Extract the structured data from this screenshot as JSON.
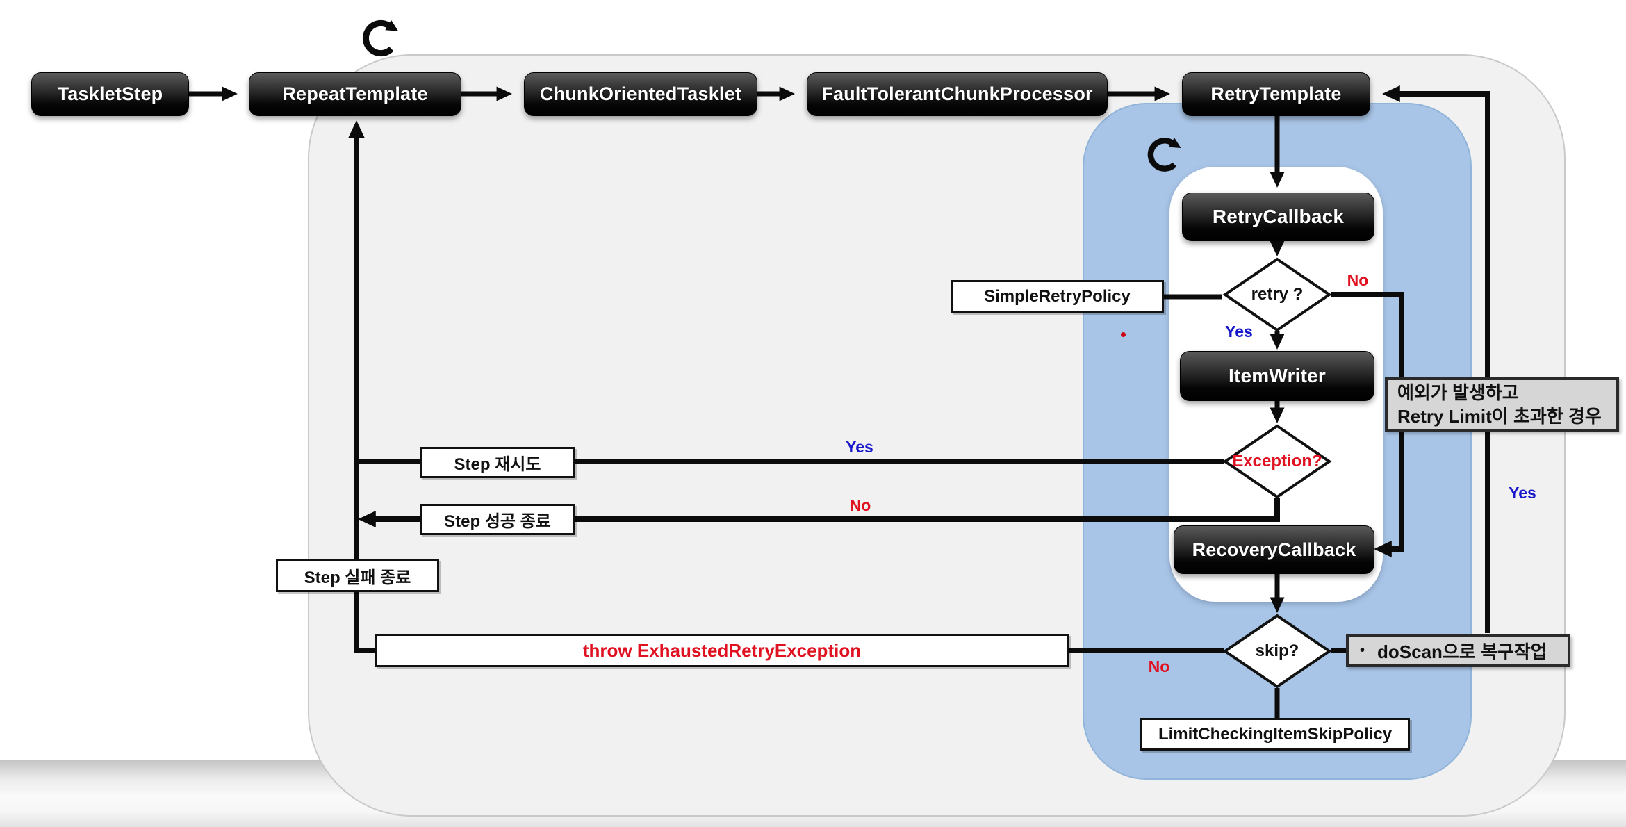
{
  "nodes": {
    "tasklet_step": "TaskletStep",
    "repeat_template": "RepeatTemplate",
    "chunk_oriented_tasklet": "ChunkOrientedTasklet",
    "fault_tolerant_chunk_processor": "FaultTolerantChunkProcessor",
    "retry_template": "RetryTemplate",
    "retry_callback": "RetryCallback",
    "item_writer": "ItemWriter",
    "recovery_callback": "RecoveryCallback"
  },
  "decisions": {
    "retry": "retry ?",
    "exception": "Exception?",
    "skip": "skip?"
  },
  "annotations": {
    "simple_retry_policy": "SimpleRetryPolicy",
    "step_retry": "Step 재시도",
    "step_success_end": "Step 성공 종료",
    "step_fail_end": "Step 실패 종료",
    "throw_exhausted": "throw ExhaustedRetryException",
    "limit_checking_item_skip_policy": "LimitCheckingItemSkipPolicy",
    "exception_note_line1": "예외가 발생하고",
    "exception_note_line2": "Retry Limit이 초과한 경우",
    "doscan_bullet": "•",
    "doscan_note": "doScan으로 복구작업"
  },
  "edge_labels": {
    "retry_yes": "Yes",
    "retry_no": "No",
    "exception_yes": "Yes",
    "exception_no": "No",
    "skip_yes": "Yes",
    "skip_no": "No"
  },
  "colors": {
    "yes_label": "#1717cc",
    "no_label": "#e01222",
    "exception_text": "#e01222",
    "throw_text": "#e01222",
    "retry_panel_blue": "#a8c4e6",
    "outer_panel_gray": "#f1f1f1",
    "node_black": "#0a0a0a",
    "note_gray": "#d6d6d6"
  }
}
